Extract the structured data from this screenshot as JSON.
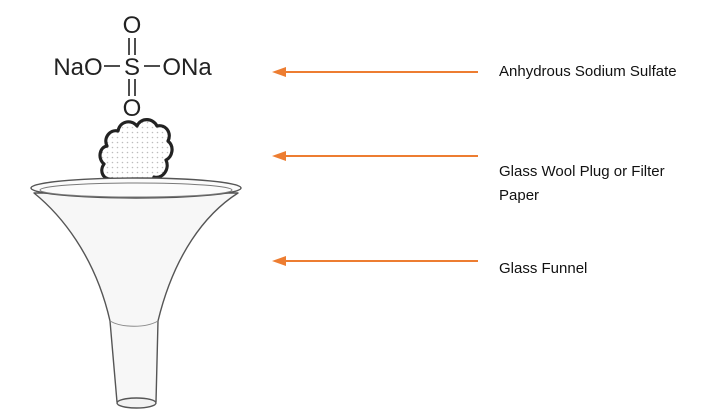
{
  "formula": {
    "o_top": "O",
    "o_bottom": "O",
    "nao": "NaO",
    "s": "S",
    "ona": "ONa"
  },
  "labels": {
    "sodium_sulfate": "Anhydrous Sodium Sulfate",
    "glass_wool_line1": "Glass Wool Plug or Filter",
    "glass_wool_line2": "Paper",
    "funnel": "Glass Funnel"
  },
  "colors": {
    "arrow": "#ED7D31",
    "outline": "#555555",
    "funnel_fill": "#F7F7F7",
    "cotton_dots": "#BDBDBD"
  },
  "icons": [
    "sodium-sulfate-structure",
    "glass-wool-plug-icon",
    "glass-funnel-icon"
  ]
}
